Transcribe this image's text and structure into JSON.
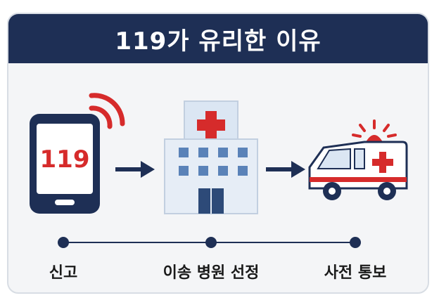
{
  "header": {
    "title": "119가 유리한 이유"
  },
  "phone": {
    "screen_text": "119"
  },
  "steps": [
    {
      "label": "신고",
      "icon": "phone-icon"
    },
    {
      "label": "이송 병원 선정",
      "icon": "hospital-icon"
    },
    {
      "label": "사전 통보",
      "icon": "ambulance-icon"
    }
  ],
  "colors": {
    "navy": "#1e2f55",
    "red": "#d62b2b",
    "blue": "#5a82b8",
    "light_blue": "#dbe6f3"
  }
}
